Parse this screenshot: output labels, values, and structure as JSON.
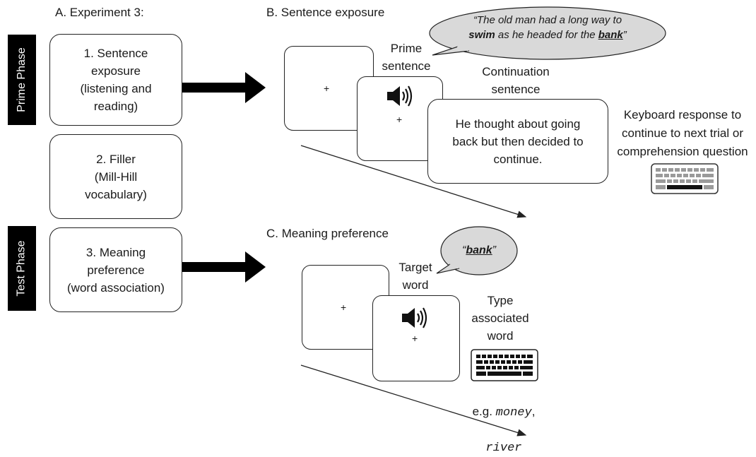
{
  "panel_a": {
    "title": "A. Experiment 3:",
    "prime_phase_label": "Prime Phase",
    "test_phase_label": "Test Phase",
    "step1": "1. Sentence\nexposure\n(listening and\nreading)",
    "step2": "2. Filler\n(Mill-Hill\nvocabulary)",
    "step3": "3. Meaning\npreference\n(word association)"
  },
  "panel_b": {
    "title": "B. Sentence exposure",
    "bubble_open": "“The old man had a long way to",
    "bubble_swim": "swim",
    "bubble_mid": " as he headed for the ",
    "bubble_bank": "bank",
    "bubble_close": "”",
    "fixation": "+",
    "prime_label": "Prime\nsentence",
    "continuation_label": "Continuation\nsentence",
    "continuation_text": "He thought about going\nback but then decided to\ncontinue.",
    "response_text": "Keyboard response to\ncontinue to next trial or\ncomprehension question"
  },
  "panel_c": {
    "title": "C. Meaning preference",
    "bubble_open": "“",
    "bubble_word": "bank",
    "bubble_close": "”",
    "fixation": "+",
    "target_label": "Target\nword",
    "type_label": "Type\nassociated\nword",
    "example_prefix": "e.g. ",
    "example_word1": "money",
    "example_sep": ",",
    "example_word2": "river"
  },
  "colors": {
    "bubble_fill": "#d9d9d9",
    "phase_bar": "#000000",
    "stroke": "#222222"
  },
  "icons": [
    "speaker-icon",
    "keyboard-icon",
    "arrow-icon"
  ]
}
